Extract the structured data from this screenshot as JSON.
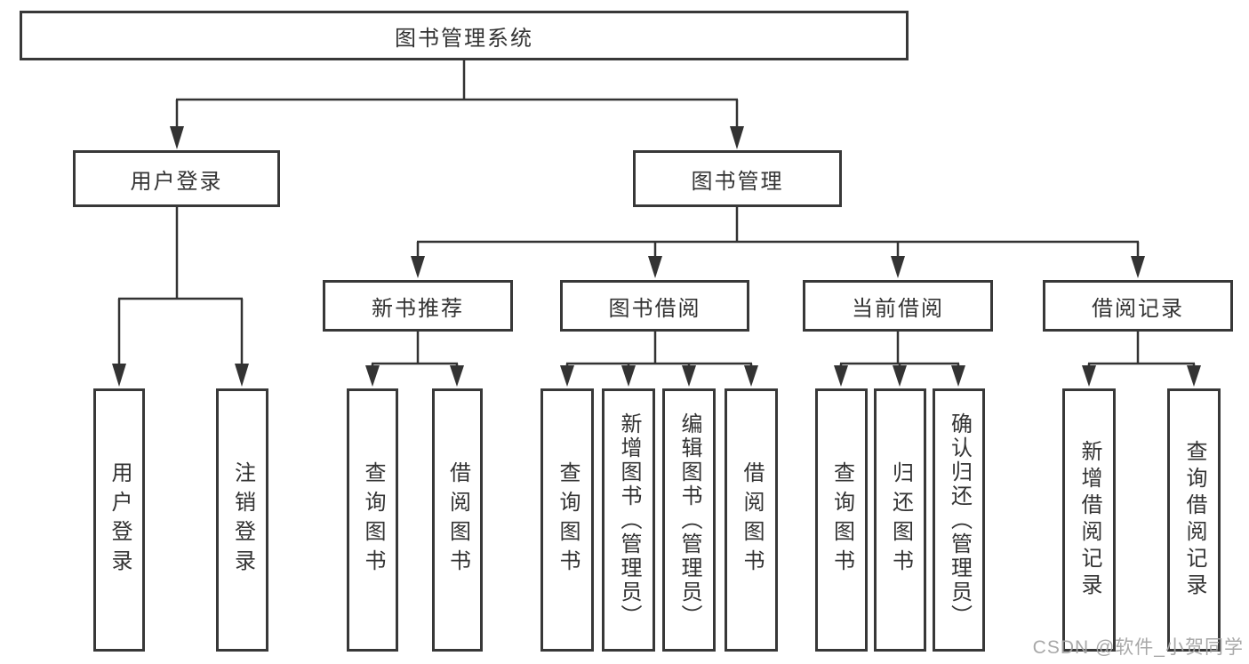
{
  "root": {
    "label": "图书管理系统"
  },
  "branches": [
    {
      "label": "用户登录",
      "children": [
        {
          "label": "用户登录"
        },
        {
          "label": "注销登录"
        }
      ]
    },
    {
      "label": "图书管理",
      "groups": [
        {
          "label": "新书推荐",
          "children": [
            {
              "label": "查询图书"
            },
            {
              "label": "借阅图书"
            }
          ]
        },
        {
          "label": "图书借阅",
          "children": [
            {
              "label": "查询图书"
            },
            {
              "label": "新增图书（管理员）"
            },
            {
              "label": "编辑图书（管理员）"
            },
            {
              "label": "借阅图书"
            }
          ]
        },
        {
          "label": "当前借阅",
          "children": [
            {
              "label": "查询图书"
            },
            {
              "label": "归还图书"
            },
            {
              "label": "确认归还（管理员）"
            }
          ]
        },
        {
          "label": "借阅记录",
          "children": [
            {
              "label": "新增借阅记录"
            },
            {
              "label": "查询借阅记录"
            }
          ]
        }
      ]
    }
  ],
  "watermark": {
    "text": "CSDN @软件_小贺同学"
  },
  "colors": {
    "line": "#333333",
    "box_border": "#383838",
    "text": "#333333",
    "watermark": "#a3a3a3",
    "background": "#ffffff"
  }
}
